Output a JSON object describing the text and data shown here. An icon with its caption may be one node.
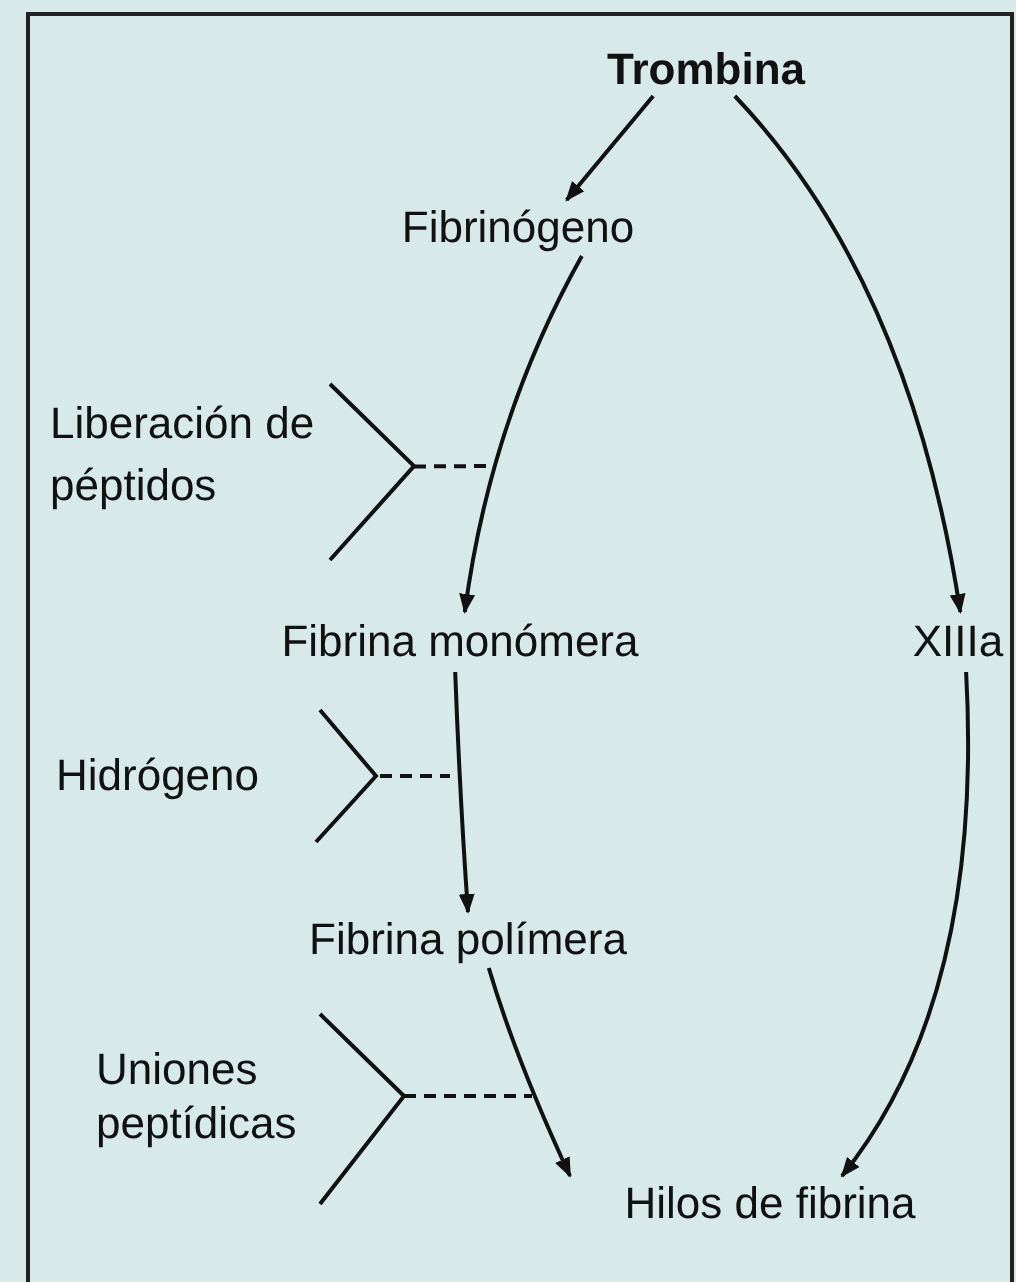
{
  "diagram": {
    "nodes": [
      {
        "text": [
          "Trombina"
        ]
      },
      {
        "text": [
          "Fibrinógeno"
        ]
      },
      {
        "text": [
          "Liberación de péptidos"
        ]
      },
      {
        "text": [
          "Fibrina monómera"
        ]
      },
      {
        "text": [
          "XIIIa"
        ]
      },
      {
        "text": [
          "Hidrógeno"
        ]
      },
      {
        "text": [
          "Fibrina polímera"
        ]
      },
      {
        "text": [
          "Uniones peptídicas"
        ]
      },
      {
        "text": [
          "Hilos de fibrina"
        ]
      }
    ],
    "edges": [
      {
        "from": 0,
        "to": 1,
        "arrow": "to"
      },
      {
        "from": 0,
        "to": 4,
        "arrow": "to"
      },
      {
        "from": 1,
        "to": 3,
        "arrow": "to"
      },
      {
        "from": 3,
        "to": 6,
        "arrow": "to"
      },
      {
        "from": 6,
        "to": 8,
        "arrow": "to"
      },
      {
        "from": 4,
        "to": 8,
        "arrow": "to"
      },
      {
        "from": 2,
        "to": null,
        "arrow": "none",
        "style": "dashed"
      },
      {
        "from": 5,
        "to": null,
        "arrow": "none",
        "style": "dashed"
      },
      {
        "from": 7,
        "to": null,
        "arrow": "none",
        "style": "dashed"
      }
    ]
  }
}
